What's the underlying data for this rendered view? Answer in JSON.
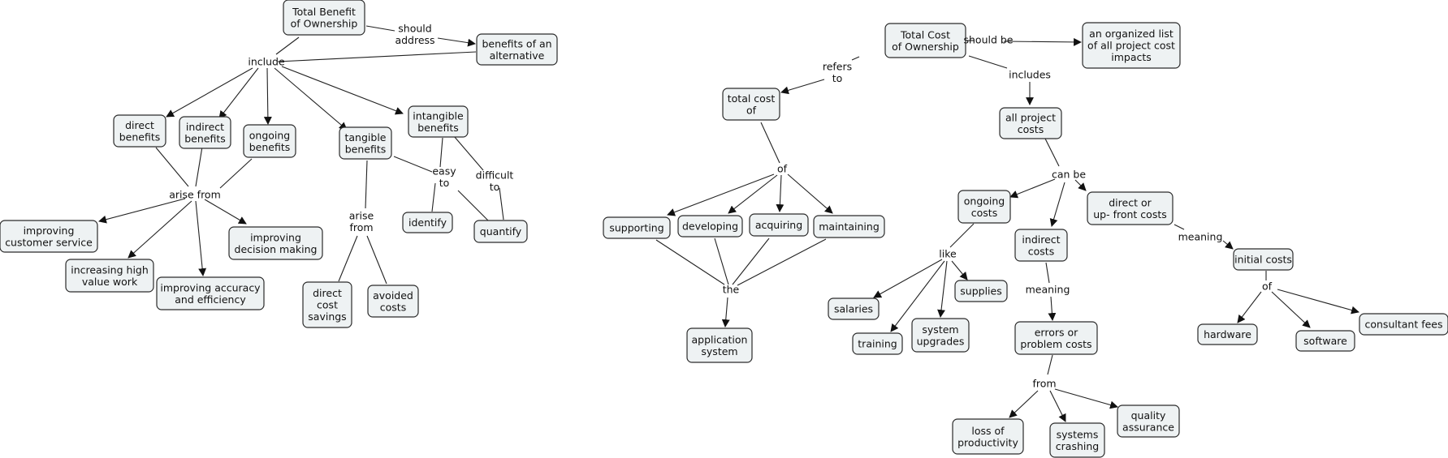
{
  "left_map": {
    "concepts": {
      "tbo": [
        "Total Benefit",
        "of Ownership"
      ],
      "benefits_alt": [
        "benefits of an",
        "alternative"
      ],
      "direct": [
        "direct",
        "benefits"
      ],
      "indirect": [
        "indirect",
        "benefits"
      ],
      "ongoing": [
        "ongoing",
        "benefits"
      ],
      "tangible": [
        "tangible",
        "benefits"
      ],
      "intangible": [
        "intangible",
        "benefits"
      ],
      "improving_cs": [
        "improving",
        "customer service"
      ],
      "increasing_hv": [
        "increasing high",
        "value work"
      ],
      "improving_ae": [
        "improving accuracy",
        "and efficiency"
      ],
      "improving_dm": [
        "improving",
        "decision making"
      ],
      "identify": [
        "identify"
      ],
      "quantify": [
        "quantify"
      ],
      "direct_cost_savings": [
        "direct",
        "cost",
        "savings"
      ],
      "avoided_costs": [
        "avoided",
        "costs"
      ]
    },
    "linking_phrases": {
      "should_address": [
        "should",
        "address"
      ],
      "include": [
        "include"
      ],
      "arise_from": [
        "arise from"
      ],
      "easy_to": [
        "easy",
        "to"
      ],
      "difficult_to": [
        "difficult",
        "to"
      ],
      "arise_from_2": [
        "arise",
        "from"
      ]
    }
  },
  "right_map": {
    "concepts": {
      "tco": [
        "Total Cost",
        "of Ownership"
      ],
      "organized_list": [
        "an organized list",
        "of all project cost",
        "impacts"
      ],
      "total_cost_of": [
        "total cost",
        "of"
      ],
      "all_project_costs": [
        "all project",
        "costs"
      ],
      "supporting": [
        "supporting"
      ],
      "developing": [
        "developing"
      ],
      "acquiring": [
        "acquiring"
      ],
      "maintaining": [
        "maintaining"
      ],
      "application_system": [
        "application",
        "system"
      ],
      "ongoing_costs": [
        "ongoing",
        "costs"
      ],
      "indirect_costs": [
        "indirect",
        "costs"
      ],
      "direct_upfront": [
        "direct or",
        "up- front costs"
      ],
      "initial_costs": [
        "initial costs"
      ],
      "salaries": [
        "salaries"
      ],
      "training": [
        "training"
      ],
      "system_upgrades": [
        "system",
        "upgrades"
      ],
      "supplies": [
        "supplies"
      ],
      "errors": [
        "errors or",
        "problem costs"
      ],
      "hardware": [
        "hardware"
      ],
      "software": [
        "software"
      ],
      "consultant_fees": [
        "consultant fees"
      ],
      "loss_prod": [
        "loss of",
        "productivity"
      ],
      "systems_crashing": [
        "systems",
        "crashing"
      ],
      "quality_assurance": [
        "quality",
        "assurance"
      ]
    },
    "linking_phrases": {
      "should_be": [
        "should be"
      ],
      "refers_to": [
        "refers",
        "to"
      ],
      "includes": [
        "includes"
      ],
      "of_1": [
        "of"
      ],
      "the": [
        "the"
      ],
      "can_be": [
        "can be"
      ],
      "like": [
        "like"
      ],
      "meaning_1": [
        "meaning"
      ],
      "meaning_2": [
        "meaning"
      ],
      "of_2": [
        "of"
      ],
      "from": [
        "from"
      ]
    }
  }
}
